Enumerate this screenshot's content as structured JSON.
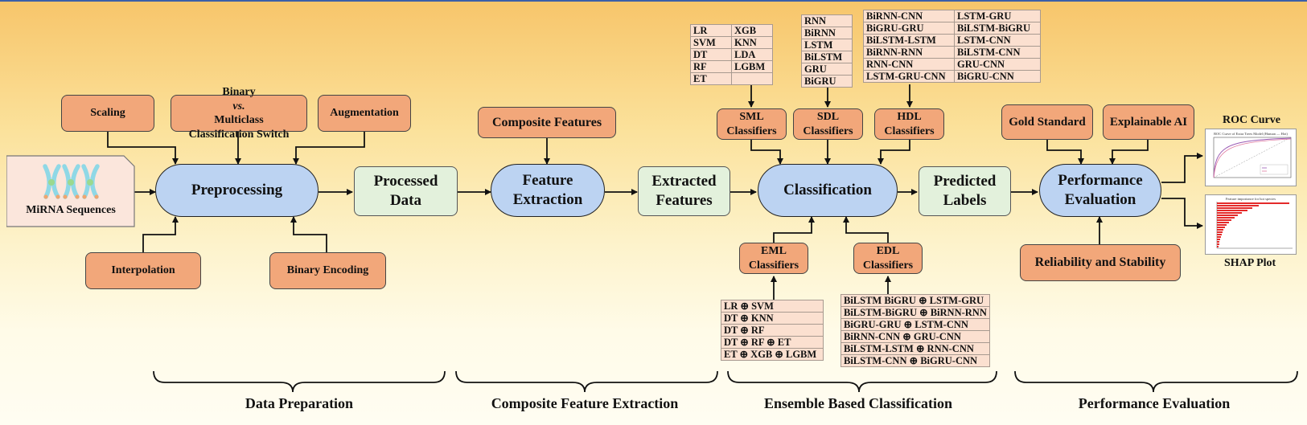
{
  "input": {
    "label": "MiRNA Sequences"
  },
  "preprocessing_options": {
    "scaling": "Scaling",
    "switch_line1_pre": "Binary ",
    "switch_line1_vs": "vs.",
    "switch_line1_post": " Multiclass",
    "switch_line2": "Classification Switch",
    "augmentation": "Augmentation",
    "interpolation": "Interpolation",
    "binary_encoding": "Binary Encoding"
  },
  "process": {
    "preprocessing": "Preprocessing",
    "processed_data": [
      "Processed",
      "Data"
    ],
    "composite_features": "Composite Features",
    "feature_extraction": [
      "Feature",
      "Extraction"
    ],
    "extracted_features": [
      "Extracted",
      "Features"
    ],
    "classification": "Classification",
    "predicted_labels": [
      "Predicted",
      "Labels"
    ],
    "gold_standard": "Gold Standard",
    "explainable_ai": "Explainable AI",
    "performance_evaluation": [
      "Performance",
      "Evaluation"
    ],
    "reliability": "Reliability and Stability"
  },
  "classifier_groups": {
    "sml": [
      "SML",
      "Classifiers"
    ],
    "sdl": [
      "SDL",
      "Classifiers"
    ],
    "hdl": [
      "HDL",
      "Classifiers"
    ],
    "eml": [
      "EML",
      "Classifiers"
    ],
    "edl": [
      "EDL",
      "Classifiers"
    ]
  },
  "tables": {
    "sml": [
      [
        "LR",
        "XGB"
      ],
      [
        "SVM",
        "KNN"
      ],
      [
        "DT",
        "LDA"
      ],
      [
        "RF",
        "LGBM"
      ],
      [
        "ET",
        ""
      ]
    ],
    "sdl": [
      "RNN",
      "BiRNN",
      "LSTM",
      "BiLSTM",
      "GRU",
      "BiGRU"
    ],
    "hdl": [
      [
        "BiRNN-CNN",
        "LSTM-GRU"
      ],
      [
        "BiGRU-GRU",
        "BiLSTM-BiGRU"
      ],
      [
        "BiLSTM-LSTM",
        "LSTM-CNN"
      ],
      [
        "BiRNN-RNN",
        "BiLSTM-CNN"
      ],
      [
        "RNN-CNN",
        "GRU-CNN"
      ],
      [
        "LSTM-GRU-CNN",
        "BiGRU-CNN"
      ]
    ],
    "eml": [
      "LR ⊕ SVM",
      "DT ⊕ KNN",
      "DT ⊕ RF",
      "DT ⊕ RF ⊕ ET",
      "ET ⊕ XGB ⊕ LGBM"
    ],
    "edl": [
      "BiLSTM BiGRU ⊕ LSTM-GRU",
      "BiLSTM-BiGRU ⊕ BiRNN-RNN",
      "BiGRU-GRU ⊕ LSTM-CNN",
      "BiRNN-CNN ⊕ GRU-CNN",
      "BiLSTM-LSTM ⊕ RNN-CNN",
      "BiLSTM-CNN ⊕ BiGRU-CNN"
    ]
  },
  "outputs": {
    "roc_caption": "ROC Curve",
    "shap_caption": "SHAP Plot",
    "roc_title": "ROC Curve of Extra Trees Model (Human — Hot)",
    "shap_title": "Feature importance for hot species"
  },
  "stages": [
    "Data Preparation",
    "Composite Feature Extraction",
    "Ensemble Based Classification",
    "Performance Evaluation"
  ],
  "colors": {
    "orange_box": "#f2a77a",
    "green_box": "#e3f1dc",
    "blue_box": "#bcd3f2",
    "table_fill": "#fbe0d0"
  }
}
